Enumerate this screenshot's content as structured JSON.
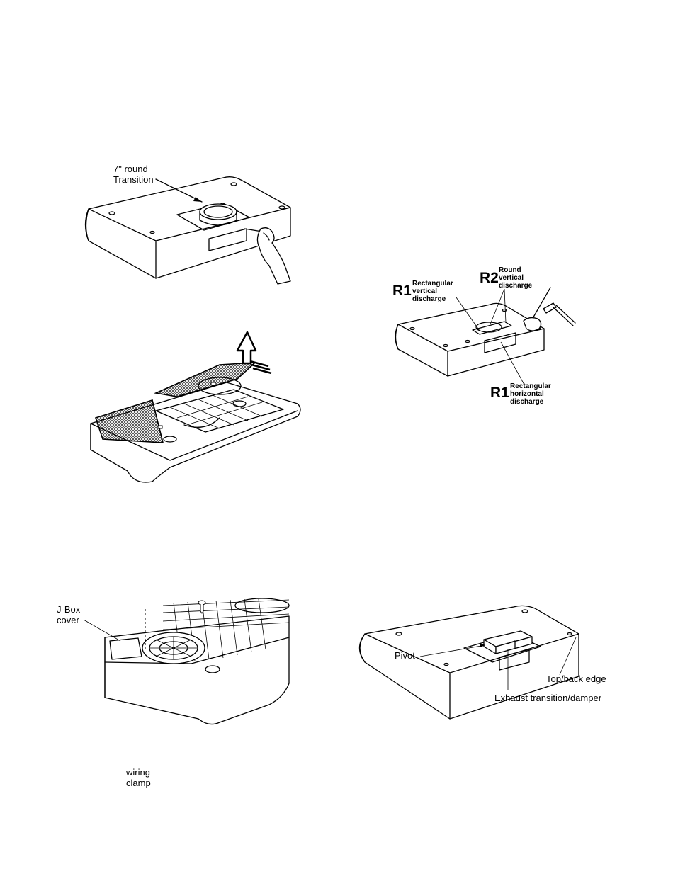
{
  "figures": {
    "round_transition": {
      "label_line1": "7\" round",
      "label_line2": "Transition"
    },
    "discharge": {
      "r1_top_code": "R1",
      "r1_top_line1": "Rectangular",
      "r1_top_line2": "vertical",
      "r1_top_line3": "discharge",
      "r2_code": "R2",
      "r2_line1": "Round",
      "r2_line2": "vertical",
      "r2_line3": "discharge",
      "r1_bottom_code": "R1",
      "r1_bottom_line1": "Rectangular",
      "r1_bottom_line2": "horizontal",
      "r1_bottom_line3": "discharge"
    },
    "filter_removal": {},
    "jbox": {
      "cover_line1": "J-Box",
      "cover_line2": "cover",
      "clamp_line1": "wiring",
      "clamp_line2": "clamp"
    },
    "damper": {
      "pivot": "Pivot",
      "top_back_edge": "Top/back edge",
      "exhaust": "Exhaust transition/damper"
    }
  },
  "icons": [
    "hand-with-screwdriver-icon",
    "hand-with-hammer-icon",
    "lift-arrow-icon",
    "screw-icon"
  ]
}
